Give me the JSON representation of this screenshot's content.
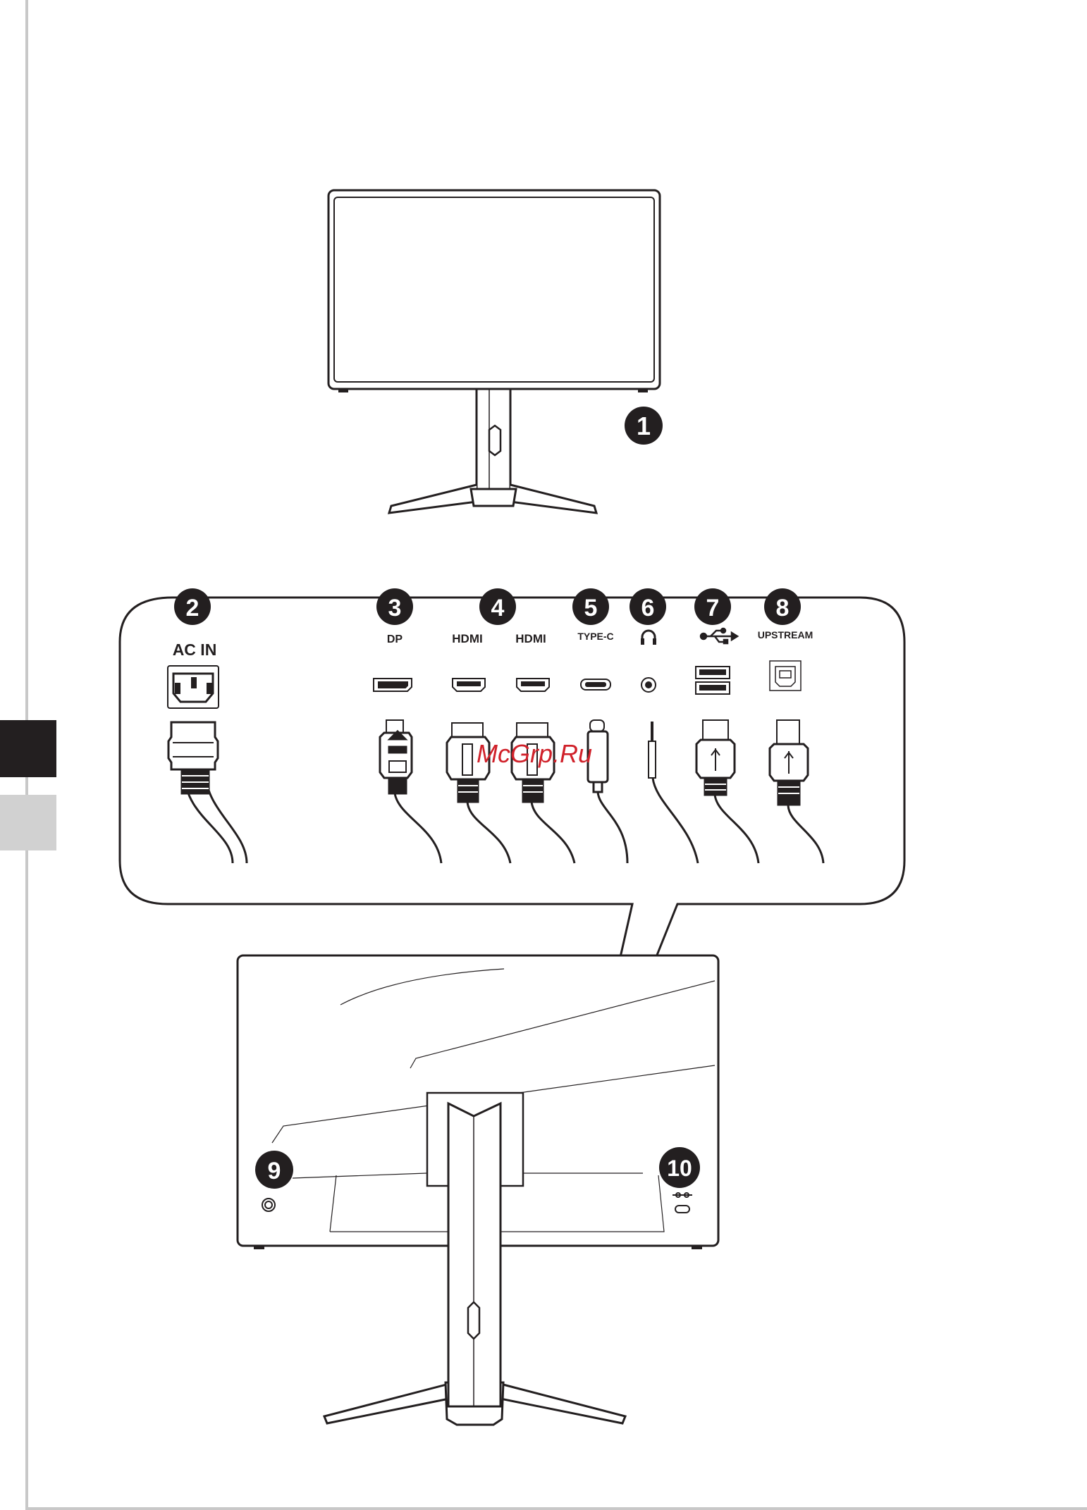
{
  "callouts": {
    "c1": "1",
    "c2": "2",
    "c3": "3",
    "c4": "4",
    "c5": "5",
    "c6": "6",
    "c7": "7",
    "c8": "8",
    "c9": "9",
    "c10": "10"
  },
  "port_labels": {
    "ac_in": "AC IN",
    "dp": "DP",
    "hdmi_1": "HDMI",
    "hdmi_2": "HDMI",
    "type_c": "TYPE-C",
    "upstream": "UPSTREAM"
  },
  "icons": {
    "headphone": "headphone-icon",
    "usb": "usb-icon",
    "kensington_lock": "lock-slot-icon"
  },
  "watermark": "McGrp.Ru",
  "colors": {
    "ink": "#231f20",
    "watermark": "#d0212a",
    "tab_dark": "#231f20",
    "tab_light": "#d1d1d1"
  }
}
